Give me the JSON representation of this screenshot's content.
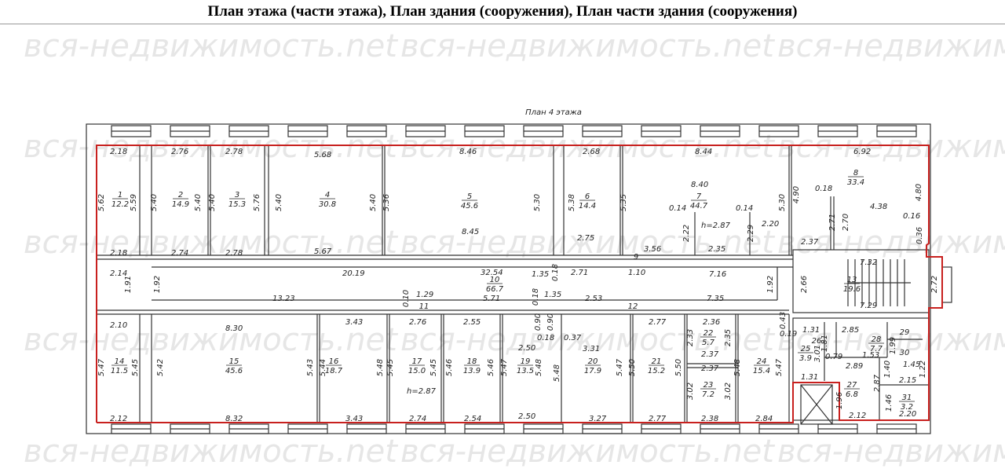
{
  "title": "План этажа (части этажа), План здания (сооружения), План части здания (сооружения)",
  "plan_caption": "План 4 этажа",
  "watermark": "вся-недвижимость.net",
  "colors": {
    "boundary": "#c8201e",
    "walls": "#333333",
    "watermark": "#e6e6e6"
  },
  "rooms": [
    {
      "number": "1",
      "area": "12.2"
    },
    {
      "number": "2",
      "area": "14.9"
    },
    {
      "number": "3",
      "area": "15.3"
    },
    {
      "number": "4",
      "area": "30.8"
    },
    {
      "number": "5",
      "area": "45.6"
    },
    {
      "number": "6",
      "area": "14.4"
    },
    {
      "number": "7",
      "area": "44.7"
    },
    {
      "number": "8",
      "area": "33.4"
    },
    {
      "number": "9",
      "area": ""
    },
    {
      "number": "10",
      "area": "66.7"
    },
    {
      "number": "11",
      "area": ""
    },
    {
      "number": "12",
      "area": ""
    },
    {
      "number": "13",
      "area": "19.6"
    },
    {
      "number": "14",
      "area": "11.5"
    },
    {
      "number": "15",
      "area": "45.6"
    },
    {
      "number": "16",
      "area": "18.7"
    },
    {
      "number": "17",
      "area": "15.0"
    },
    {
      "number": "18",
      "area": "13.9"
    },
    {
      "number": "19",
      "area": "13.5"
    },
    {
      "number": "20",
      "area": "17.9"
    },
    {
      "number": "21",
      "area": "15.2"
    },
    {
      "number": "22",
      "area": "5.7"
    },
    {
      "number": "23",
      "area": "7.2"
    },
    {
      "number": "24",
      "area": "15.4"
    },
    {
      "number": "25",
      "area": "3.9"
    },
    {
      "number": "26",
      "area": ""
    },
    {
      "number": "27",
      "area": "6.8"
    },
    {
      "number": "28",
      "area": "7.7"
    },
    {
      "number": "29",
      "area": ""
    },
    {
      "number": "30",
      "area": ""
    },
    {
      "number": "31",
      "area": "3.2"
    }
  ],
  "dimensions": [
    "2.18",
    "2.76",
    "2.78",
    "5.68",
    "8.46",
    "2.68",
    "8.44",
    "6.92",
    "5.62",
    "5.59",
    "5.40",
    "5.40",
    "5.40",
    "5.76",
    "5.40",
    "5.40",
    "5.36",
    "5.30",
    "5.38",
    "5.35",
    "5.30",
    "4.90",
    "4.80",
    "2.71",
    "2.70",
    "2.22",
    "2.29",
    "0.36",
    "8.45",
    "2.75",
    "3.56",
    "2.35",
    "2.20",
    "h=2.87",
    "0.14",
    "0.14",
    "0.18",
    "4.38",
    "0.16",
    "2.37",
    "8.40",
    "32.54",
    "2.18",
    "2.74",
    "2.78",
    "5.67",
    "20.19",
    "2.14",
    "1.91",
    "1.92",
    "13.23",
    "1.35",
    "0.18",
    "2.71",
    "1.10",
    "7.16",
    "1.92",
    "2.66",
    "7.32",
    "7.29",
    "2.72",
    "0.10",
    "1.29",
    "5.71",
    "0.18",
    "1.35",
    "2.53",
    "7.35",
    "2.10",
    "8.30",
    "3.43",
    "2.76",
    "2.55",
    "2.77",
    "2.36",
    "0.43",
    "0.19",
    "1.31",
    "2.85",
    "1.81",
    "1.99",
    "0.90",
    "0.90",
    "0.18",
    "0.37",
    "3.31",
    "2.50",
    "2.33",
    "2.35",
    "2.37",
    "2.37",
    "3.01",
    "0.79",
    "1.53",
    "2.89",
    "1.40",
    "1.45",
    "1.22",
    "2.15",
    "1.31",
    "3.02",
    "3.02",
    "1.96",
    "2.87",
    "1.46",
    "2.20",
    "2.12",
    "5.47",
    "5.45",
    "5.42",
    "5.43",
    "5.44",
    "5.48",
    "5.45",
    "5.45",
    "5.46",
    "5.46",
    "5.47",
    "5.48",
    "5.48",
    "5.47",
    "5.50",
    "5.50",
    "5.48",
    "5.47",
    "2.12",
    "8.32",
    "3.43",
    "2.74",
    "2.54",
    "2.50",
    "3.27",
    "2.77",
    "2.38",
    "2.84",
    "h=2.87"
  ]
}
